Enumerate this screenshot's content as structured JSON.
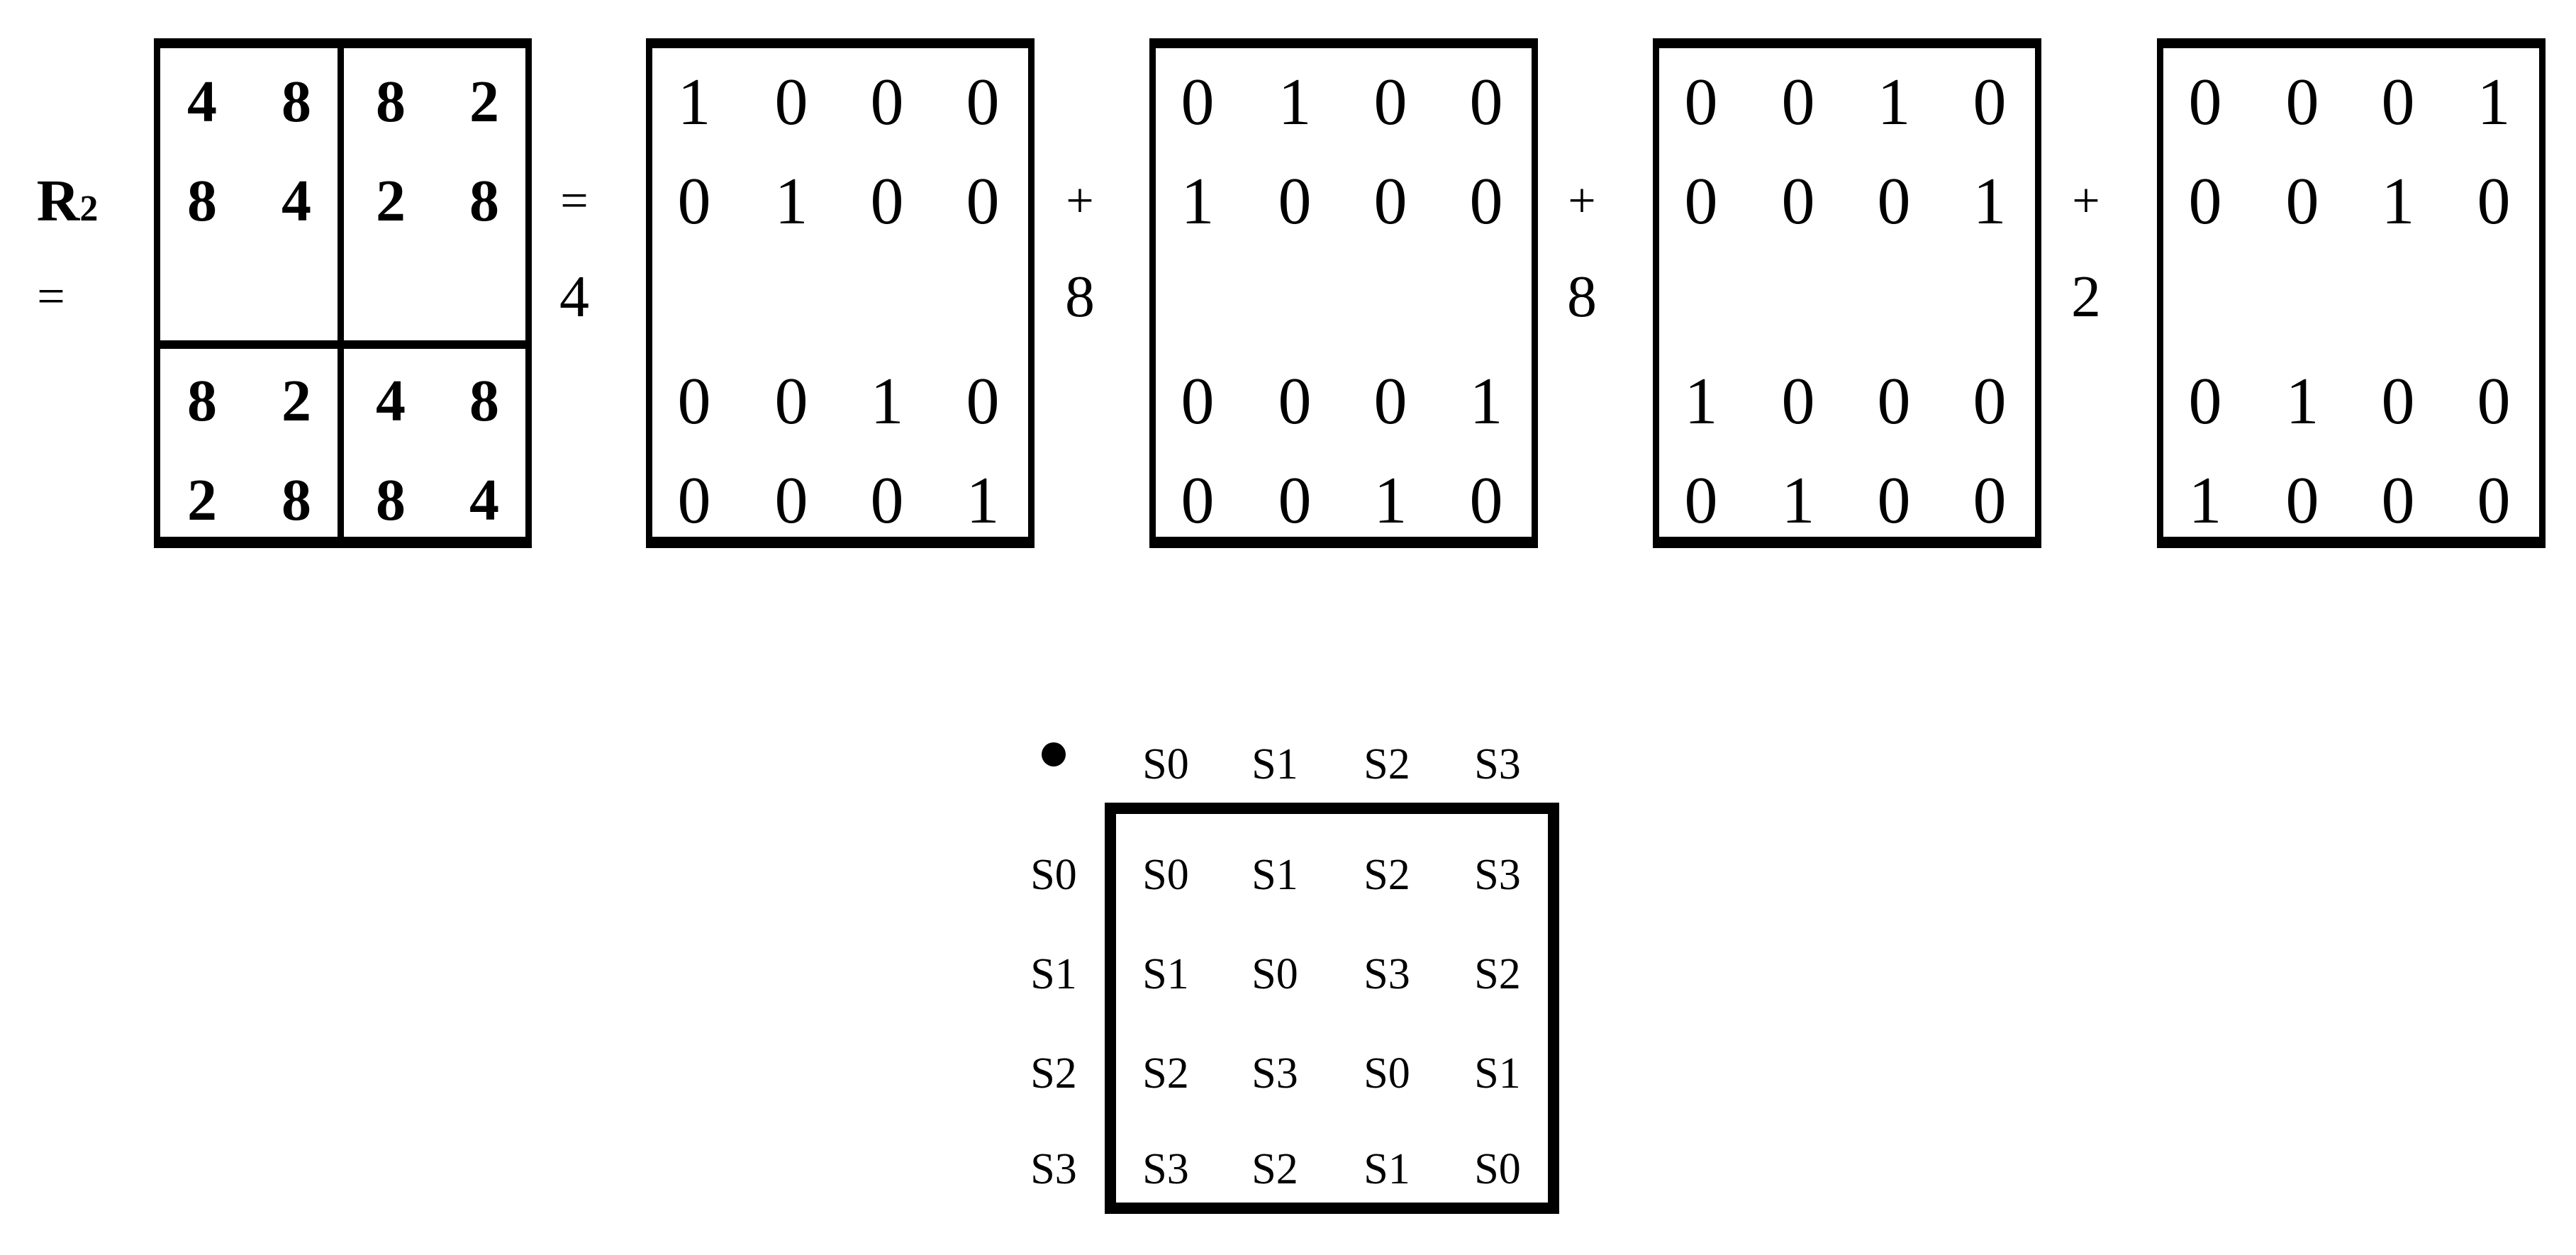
{
  "equation": {
    "lhs_label": "R",
    "lhs_subscript": "2",
    "lhs_equals": "=",
    "block_matrix": {
      "rows": [
        [
          "4",
          "8",
          "8",
          "2"
        ],
        [
          "8",
          "4",
          "2",
          "8"
        ],
        [
          "8",
          "2",
          "4",
          "8"
        ],
        [
          "2",
          "8",
          "8",
          "4"
        ]
      ]
    },
    "equals": "=",
    "terms": [
      {
        "coefficient": "4",
        "operator": "",
        "matrix": [
          [
            "1",
            "0",
            "0",
            "0"
          ],
          [
            "0",
            "1",
            "0",
            "0"
          ],
          [
            "0",
            "0",
            "1",
            "0"
          ],
          [
            "0",
            "0",
            "0",
            "1"
          ]
        ]
      },
      {
        "coefficient": "8",
        "operator": "+",
        "matrix": [
          [
            "0",
            "1",
            "0",
            "0"
          ],
          [
            "1",
            "0",
            "0",
            "0"
          ],
          [
            "0",
            "0",
            "0",
            "1"
          ],
          [
            "0",
            "0",
            "1",
            "0"
          ]
        ]
      },
      {
        "coefficient": "8",
        "operator": "+",
        "matrix": [
          [
            "0",
            "0",
            "1",
            "0"
          ],
          [
            "0",
            "0",
            "0",
            "1"
          ],
          [
            "1",
            "0",
            "0",
            "0"
          ],
          [
            "0",
            "1",
            "0",
            "0"
          ]
        ]
      },
      {
        "coefficient": "2",
        "operator": "+",
        "matrix": [
          [
            "0",
            "0",
            "0",
            "1"
          ],
          [
            "0",
            "0",
            "1",
            "0"
          ],
          [
            "0",
            "1",
            "0",
            "0"
          ],
          [
            "1",
            "0",
            "0",
            "0"
          ]
        ]
      }
    ]
  },
  "cayley_table": {
    "operator_symbol": "bullet",
    "column_headers": [
      "S0",
      "S1",
      "S2",
      "S3"
    ],
    "row_headers": [
      "S0",
      "S1",
      "S2",
      "S3"
    ],
    "cells": [
      [
        "S0",
        "S1",
        "S2",
        "S3"
      ],
      [
        "S1",
        "S0",
        "S3",
        "S2"
      ],
      [
        "S2",
        "S3",
        "S0",
        "S1"
      ],
      [
        "S3",
        "S2",
        "S1",
        "S0"
      ]
    ]
  }
}
